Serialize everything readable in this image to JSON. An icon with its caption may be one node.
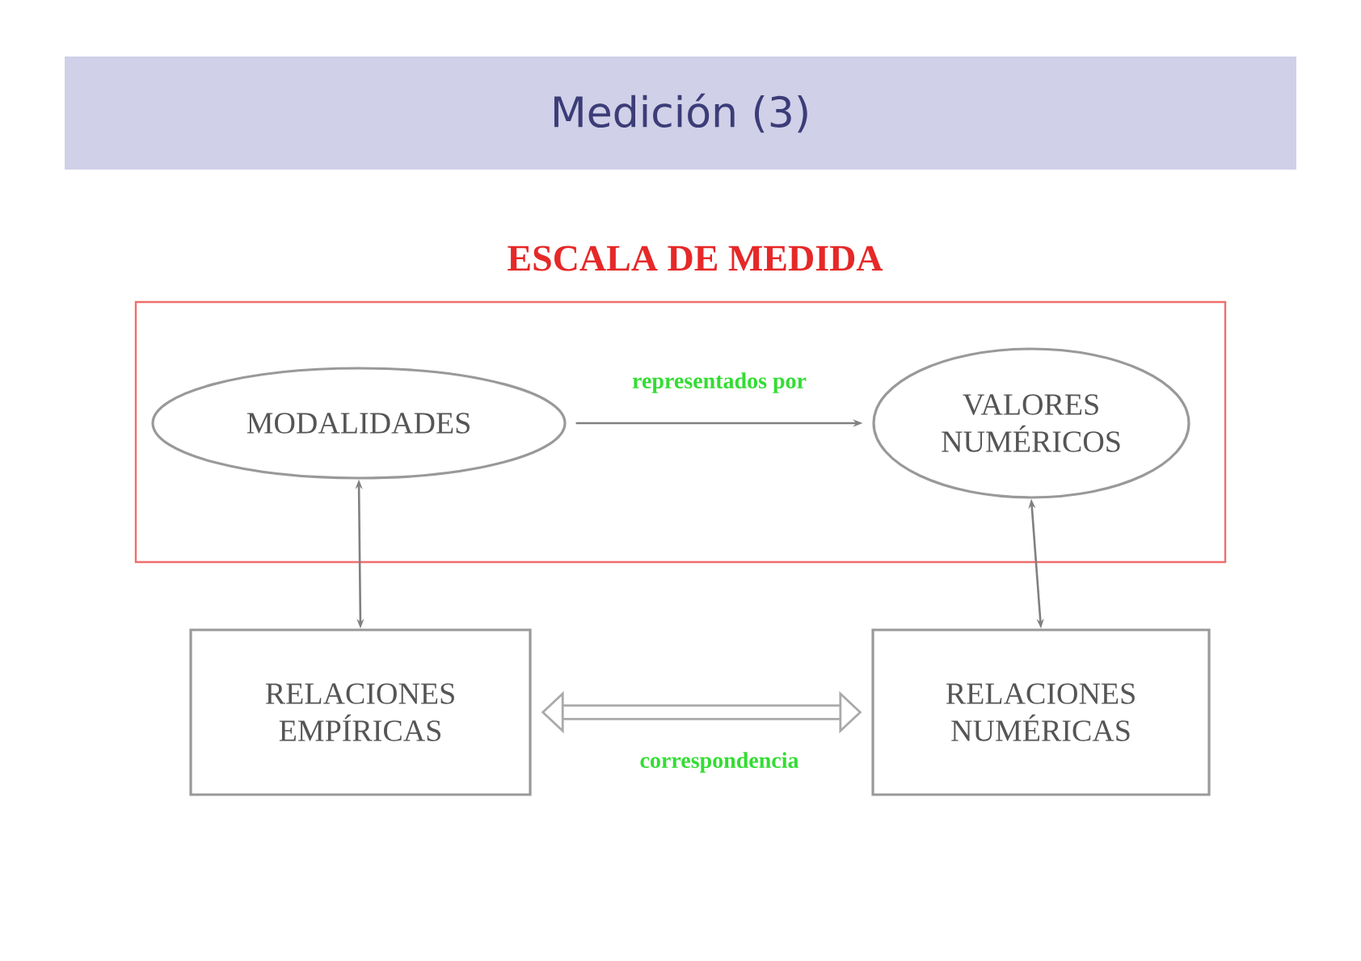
{
  "diagram": {
    "title": "Medición (3)",
    "nodes": [
      {
        "text": [
          "ESCALA DE MEDIDA"
        ]
      },
      {
        "text": [
          "MODALIDADES"
        ],
        "in": 0
      },
      {
        "text": [
          "VALORES NUMÉRICOS"
        ],
        "in": 0
      },
      {
        "text": [
          "RELACIONES EMPÍRICAS"
        ]
      },
      {
        "text": [
          "RELACIONES NUMÉRICAS"
        ]
      }
    ],
    "edges": [
      {
        "from": 1,
        "to": 2,
        "arrow": "to",
        "label": "representados por"
      },
      {
        "from": 1,
        "to": 3,
        "arrow": "both"
      },
      {
        "from": 2,
        "to": 4,
        "arrow": "both"
      },
      {
        "from": 3,
        "to": 4,
        "arrow": "both",
        "style": "thick",
        "label": "correspondencia"
      }
    ]
  }
}
